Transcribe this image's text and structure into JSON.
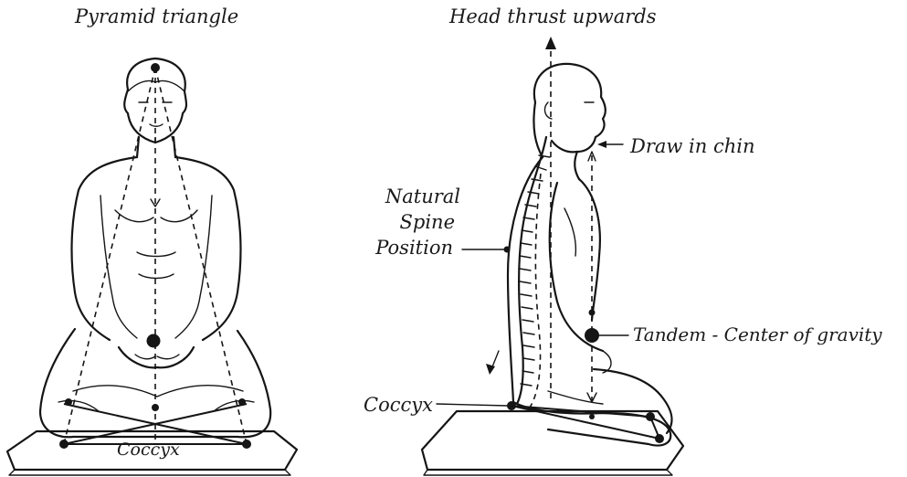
{
  "labels": {
    "left_title": "Pyramid triangle",
    "left_base": "Coccyx",
    "right_title": "Head thrust upwards",
    "chin": "Draw in chin",
    "spine_1": "Natural",
    "spine_2": "Spine",
    "spine_3": "Position",
    "tandem": "Tandem - Center of gravity",
    "coccyx": "Coccyx"
  },
  "colors": {
    "ink": "#151515",
    "background": "#ffffff"
  }
}
